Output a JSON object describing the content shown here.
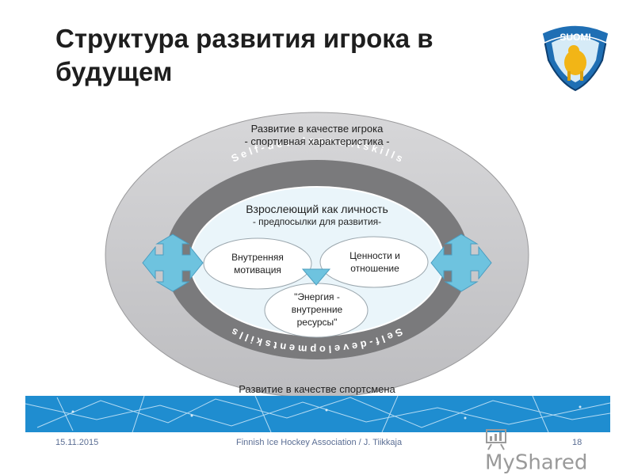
{
  "slide": {
    "title_line1": "Структура развития игрока в",
    "title_line2": "будущем"
  },
  "logo": {
    "text": "SUOMI",
    "icon": "lion-shield-logo"
  },
  "diagram": {
    "outer_label_line1": "Развитие в качестве игрока",
    "outer_label_line2": "- спортивная характеристика -",
    "ring_text": "S e l f - d e v e l o p m e n t   s k i l l s",
    "inner_label_line1": "Взрослеющий как личность",
    "inner_label_line2": "- предпосылки для развития-",
    "node_motivation_line1": "Внутренняя",
    "node_motivation_line2": "мотивация",
    "node_values_line1": "Ценности и",
    "node_values_line2": "отношение",
    "node_energy_line1": "\"Энергия -",
    "node_energy_line2": "внутренние",
    "node_energy_line3": "ресурсы\"",
    "bottom_label": "Развитие в качестве спортсмена"
  },
  "footer": {
    "date": "15.11.2015",
    "source": "Finnish Ice Hockey Association / J. Tiikkaja",
    "page": "18"
  },
  "watermark": {
    "text": "MyShared",
    "icon": "presentation-board-icon"
  },
  "colors": {
    "outer_ellipse": "#c9c9cb",
    "ring": "#7a7a7c",
    "inner_fill": "#eaf5fa",
    "arrow_fill": "#6ec3df",
    "ice_band": "#1f8dd0",
    "logo_blue": "#1f6fb4"
  }
}
